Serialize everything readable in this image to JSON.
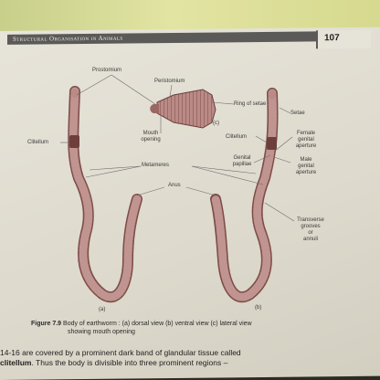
{
  "header": {
    "title": "Structural Organisation in Animals",
    "page_number": "107"
  },
  "figure": {
    "labels": {
      "prostomium": "Prostomium",
      "peristomium": "Peristomium",
      "ring_of_setae": "Ring of setae",
      "part_c": "(c)",
      "mouth_opening_1": "Mouth",
      "mouth_opening_2": "opening",
      "clitellum_left": "Clitellum",
      "clitellum_right": "Clitellum",
      "setae": "Setae",
      "female_genital_1": "Female",
      "female_genital_2": "genital",
      "female_genital_3": "aperture",
      "metameres": "Metameres",
      "genital_papillae_1": "Genital",
      "genital_papillae_2": "papillae",
      "male_genital_1": "Male",
      "male_genital_2": "genital",
      "male_genital_3": "aperture",
      "anus": "Anus",
      "transverse_1": "Transverse",
      "transverse_2": "grooves",
      "transverse_3": "or",
      "transverse_4": "annuli",
      "part_a": "(a)",
      "part_b": "(b)"
    }
  },
  "caption": {
    "figure_no": "Figure 7.9",
    "line1": "Body of earthworm : (a) dorsal view (b) ventral view (c) lateral view",
    "line2": "showing mouth opening"
  },
  "body_text": {
    "line1_prefix": "14-16 are covered by a prominent dark band of glandular tissue called",
    "line2_bold": "clitellum",
    "line2_rest": ". Thus the body is divisible into three prominent regions –"
  },
  "colors": {
    "worm_fill": "#b98a86",
    "worm_segment": "#8a5753",
    "clitellum": "#6d3f3c",
    "leader_line": "#6c6c6c"
  }
}
